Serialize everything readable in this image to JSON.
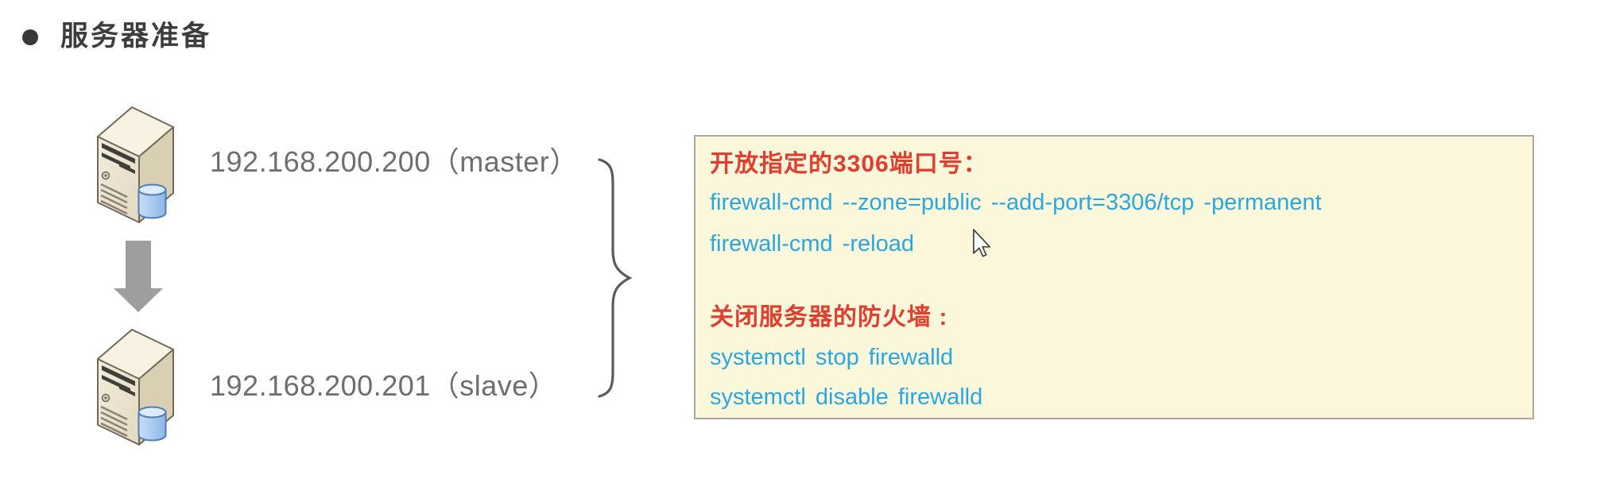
{
  "page": {
    "title": "服务器准备"
  },
  "servers": [
    {
      "role": "master",
      "label": "192.168.200.200（master）"
    },
    {
      "role": "slave",
      "label": "192.168.200.201（slave）"
    }
  ],
  "relation": {
    "arrow_icon": "arrow-down",
    "brace_icon": "curly-brace-right"
  },
  "note_box": {
    "section1": {
      "heading": "开放指定的3306端口号：",
      "commands": [
        "firewall-cmd --zone=public --add-port=3306/tcp -permanent",
        "firewall-cmd -reload"
      ]
    },
    "section2": {
      "heading": "关闭服务器的防火墙 :",
      "commands": [
        "systemctl stop firewalld",
        "systemctl disable firewalld"
      ]
    }
  },
  "colors": {
    "heading_red": "#e23d2e",
    "command_blue": "#2ba7df",
    "box_background": "#fbf7da",
    "box_border": "#aaa89c",
    "label_gray": "#6e6e6e",
    "title_dark": "#3d3d3d",
    "arrow_gray": "#9e9e9e"
  }
}
